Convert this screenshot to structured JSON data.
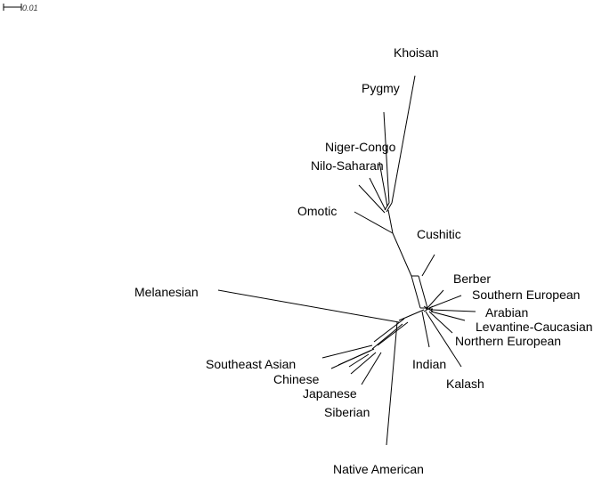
{
  "scale_bar": {
    "label": "0.01"
  },
  "taxa": [
    {
      "id": "khoisan",
      "label": "Khoisan"
    },
    {
      "id": "pygmy",
      "label": "Pygmy"
    },
    {
      "id": "niger-congo",
      "label": "Niger-Congo"
    },
    {
      "id": "nilo-saharan",
      "label": "Nilo-Saharan"
    },
    {
      "id": "omotic",
      "label": "Omotic"
    },
    {
      "id": "cushitic",
      "label": "Cushitic"
    },
    {
      "id": "berber",
      "label": "Berber"
    },
    {
      "id": "southern-european",
      "label": "Southern European"
    },
    {
      "id": "arabian",
      "label": "Arabian"
    },
    {
      "id": "levantine-caucasian",
      "label": "Levantine-Caucasian"
    },
    {
      "id": "northern-european",
      "label": "Northern European"
    },
    {
      "id": "melanesian",
      "label": "Melanesian"
    },
    {
      "id": "indian",
      "label": "Indian"
    },
    {
      "id": "kalash",
      "label": "Kalash"
    },
    {
      "id": "southeast-asian",
      "label": "Southeast Asian"
    },
    {
      "id": "chinese",
      "label": "Chinese"
    },
    {
      "id": "japanese",
      "label": "Japanese"
    },
    {
      "id": "siberian",
      "label": "Siberian"
    },
    {
      "id": "native-american",
      "label": "Native American"
    }
  ]
}
